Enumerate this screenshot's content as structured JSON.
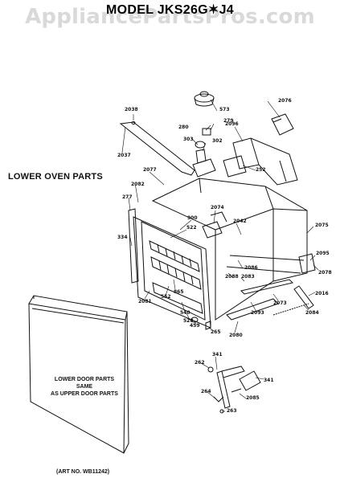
{
  "header": {
    "watermark": "AppliancePartsPros.com",
    "model": "MODEL JKS26G✶J4"
  },
  "diagram": {
    "section_title": "LOWER OVEN PARTS",
    "door_note": [
      "LOWER DOOR PARTS",
      "SAME",
      "AS UPPER DOOR PARTS"
    ],
    "art_number": "(ART NO. WB11242)",
    "part_numbers": {
      "p573": "573",
      "p2076": "2076",
      "p2038": "2038",
      "p2096": "2096",
      "p280": "280",
      "p279": "279",
      "p303": "303",
      "p302": "302",
      "p2037": "2037",
      "p252": "252",
      "p2077": "2077",
      "p2082": "2082",
      "p277": "277",
      "p2074": "2074",
      "p900": "900",
      "p522": "522",
      "p2042": "2042",
      "p2075": "2075",
      "p334": "334",
      "p2095": "2095",
      "p2078": "2078",
      "p2086": "2086",
      "p2088": "2088",
      "p2083": "2083",
      "p2081": "2081",
      "p552": "552",
      "p865": "865",
      "p2073": "2073",
      "p2016": "2016",
      "p540": "540",
      "p2093": "2093",
      "p520": "520",
      "p2084": "2084",
      "p459": "459",
      "p265": "265",
      "p2080": "2080",
      "p341a": "341",
      "p262": "262",
      "p341b": "341",
      "p264": "264",
      "p2085": "2085",
      "p263": "263"
    }
  }
}
